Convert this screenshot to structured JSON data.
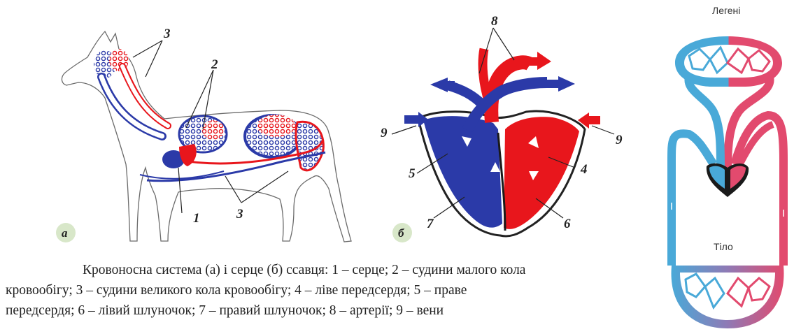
{
  "panel_a": {
    "letter": "а",
    "labels": {
      "n1": "1",
      "n2": "2",
      "n3_top": "3",
      "n3_bottom": "3"
    }
  },
  "panel_b": {
    "letter": "б",
    "labels": {
      "n4": "4",
      "n5": "5",
      "n6": "6",
      "n7": "7",
      "n8": "8",
      "n9_left": "9",
      "n9_right": "9"
    }
  },
  "panel_c": {
    "lungs_label": "Легені",
    "body_label": "Тіло"
  },
  "caption": {
    "line1": "Кровоносна система (а) і серце (б) ссавця: 1 – серце; 2 – судини малого кола",
    "line2": "кровообігу; 3 – судини великого кола кровообігу; 4 – ліве передсердя; 5 – праве",
    "line3": "передсердя; 6 – лівий шлуночок; 7 – правий шлуночок; 8 – артерії; 9 – вени"
  },
  "colors": {
    "arterial": "#e8161c",
    "venous": "#2b3aa8",
    "scheme_red": "#e24a6e",
    "scheme_blue": "#49a9d8",
    "dark": "#1a1a1a"
  }
}
